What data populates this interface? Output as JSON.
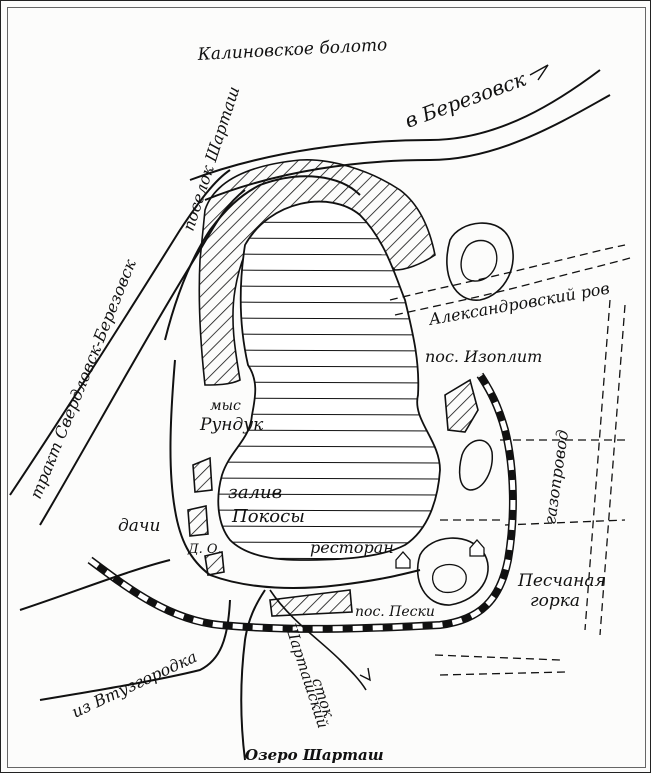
{
  "map": {
    "caption": "Озеро Шарташ",
    "labels": {
      "kalinovskoe": "Калиновское болото",
      "berezovsk": "в Березовск",
      "poselok": "поселок Шарташ",
      "trakt": "тракт Свердловск-Березовск",
      "aleksandrovsky": "Александровский ров",
      "izoplit": "пос. Изоплит",
      "gazoprovod": "газопровод",
      "mys": "мыс",
      "rundyk": "Рундук",
      "zaliv": "залив",
      "pokosy": "Покосы",
      "dachi": "дачи",
      "do": "Д. О.",
      "restoran": "ресторан",
      "peschanaya": "Песчаная",
      "gorka": "горка",
      "peski": "пос. Пески",
      "shartashsky": "Шарташский",
      "stok": "сток",
      "vtuz": "из Втузгородка"
    },
    "colors": {
      "ink": "#111111",
      "paper": "#fcfcfb"
    }
  }
}
